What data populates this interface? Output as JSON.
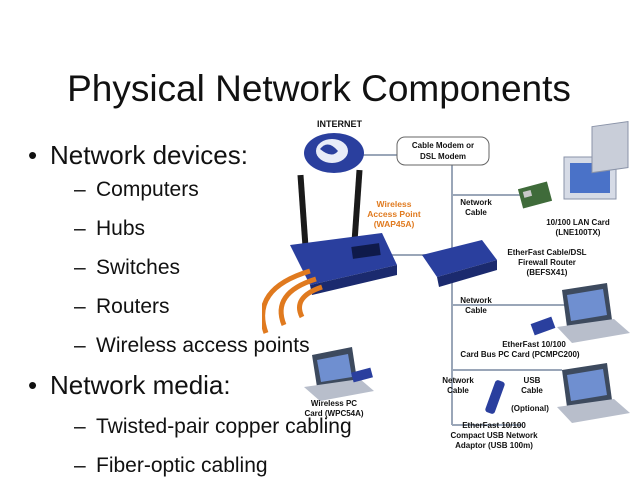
{
  "slide": {
    "title": "Physical Network Components",
    "bullets": [
      {
        "text": "Network devices:",
        "subs": [
          "Computers",
          "Hubs",
          "Switches",
          "Routers",
          "Wireless access points"
        ]
      },
      {
        "text": "Network media:",
        "subs": [
          "Twisted-pair copper cabling",
          "Fiber-optic cabling"
        ]
      }
    ]
  },
  "diagram": {
    "internet": "INTERNET",
    "modem": [
      "Cable Modem or",
      "DSL Modem"
    ],
    "wap": [
      "Wireless",
      "Access Point",
      "(WAP45A)"
    ],
    "network_cable_1": [
      "Network",
      "Cable"
    ],
    "lan_card": [
      "10/100 LAN Card",
      "(LNE100TX)"
    ],
    "router": [
      "EtherFast Cable/DSL",
      "Firewall Router",
      "(BEFSX41)"
    ],
    "network_cable_2": [
      "Network",
      "Cable"
    ],
    "pc_card": [
      "EtherFast 10/100",
      "Card Bus PC Card (PCMPC200)"
    ],
    "wireless_pc": [
      "Wireless PC",
      "Card (WPC54A)"
    ],
    "network_cable_3": [
      "Network",
      "Cable"
    ],
    "usb_cable": [
      "USB",
      "Cable"
    ],
    "optional": "(Optional)",
    "usb_adaptor": [
      "EtherFast 10/100",
      "Compact USB Network",
      "Adaptor (USB 100m)"
    ],
    "colors": {
      "accent": "#e07a1f",
      "device_blue": "#2a3f9e",
      "line": "#9aa6b8"
    }
  }
}
